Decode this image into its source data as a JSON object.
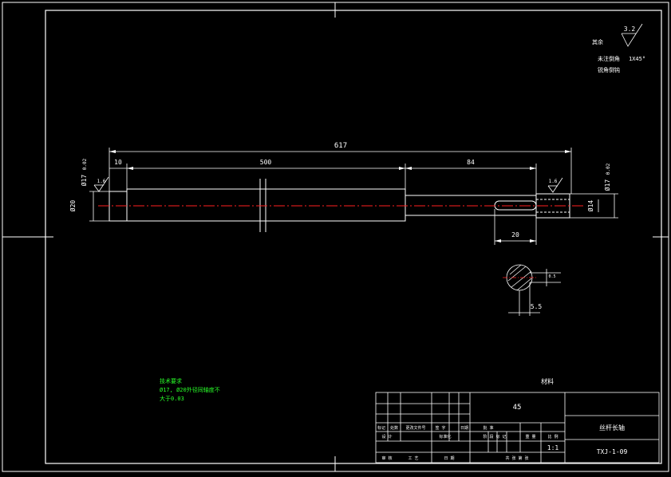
{
  "dimensions": {
    "overall_length": "617",
    "left_step": "10",
    "main_length": "500",
    "right_section": "84",
    "keyway_length": "20",
    "left_diameter": "Ø17",
    "left_tol": "0.02",
    "left_bore": "Ø20",
    "right_diameter": "Ø17",
    "right_tol": "0.02",
    "right_small": "Ø14",
    "key_width": "5.5",
    "key_depth": "0.5"
  },
  "surface": {
    "left_roughness": "1.6",
    "right_roughness": "1.6",
    "global_roughness": "3.2",
    "remainder_label": "其余",
    "chamfer_note": "未注倒角",
    "chamfer_value": "1X45°",
    "fillet_note": "锐角倒钝"
  },
  "tech_req": {
    "title": "技术要求",
    "line1": "Ø17, Ø20外径同轴度不",
    "line2": "大于0.03"
  },
  "title_block": {
    "material_header": "材料",
    "material": "45",
    "part_name": "丝杆长轴",
    "drawing_no": "TXJ-1-09",
    "scale": "1:1",
    "row_labels": [
      "标记",
      "处数",
      "更改文件号",
      "签 字",
      "日期"
    ],
    "designer": "设 计",
    "standardize": "标准化",
    "review": "审 核",
    "process": "工 艺",
    "stage_label": "阶 段 标 记",
    "weight_label": "重 量",
    "scale_label": "比 例",
    "date_label": "日 期",
    "approve": "批 准",
    "sheets": "共 张 第 张"
  }
}
